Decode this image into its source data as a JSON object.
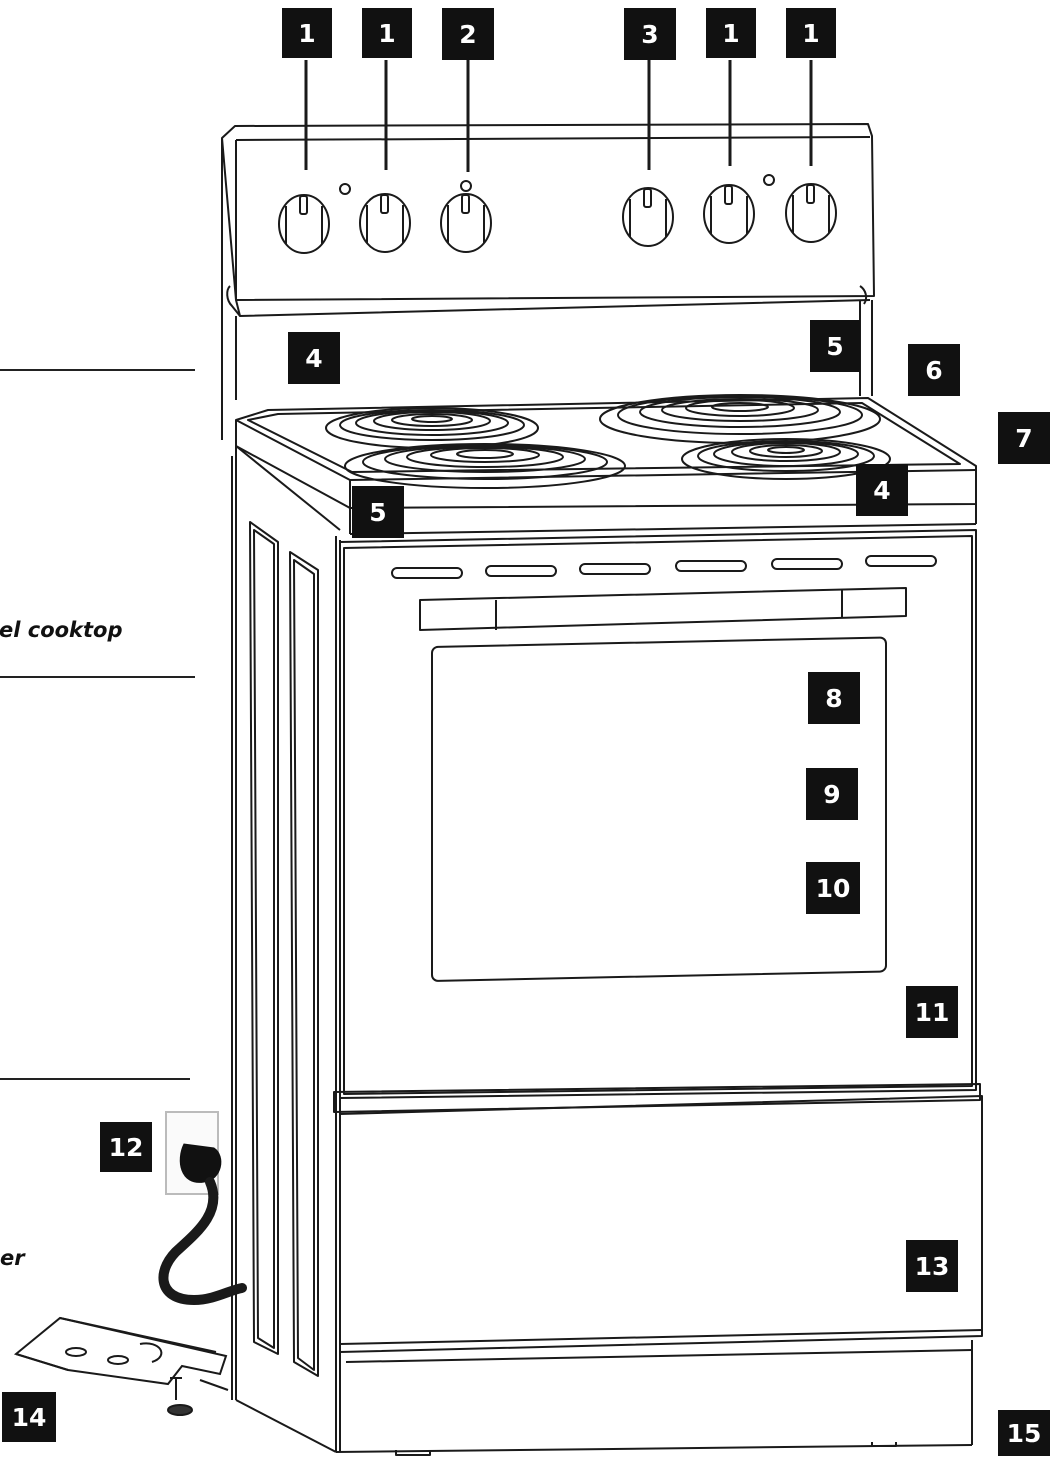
{
  "side_captions": {
    "cooktop": "el cooktop",
    "power_cord": "er"
  },
  "callouts": {
    "k1": "1",
    "k2": "1",
    "k3": "2",
    "k4": "3",
    "k5": "1",
    "k6": "1",
    "c4a": "4",
    "c5a": "5",
    "c6": "6",
    "c7": "7",
    "c5b": "5",
    "c4b": "4",
    "c8": "8",
    "c9": "9",
    "c10": "10",
    "c11": "11",
    "c12": "12",
    "c13": "13",
    "c14": "14",
    "c15": "15"
  }
}
